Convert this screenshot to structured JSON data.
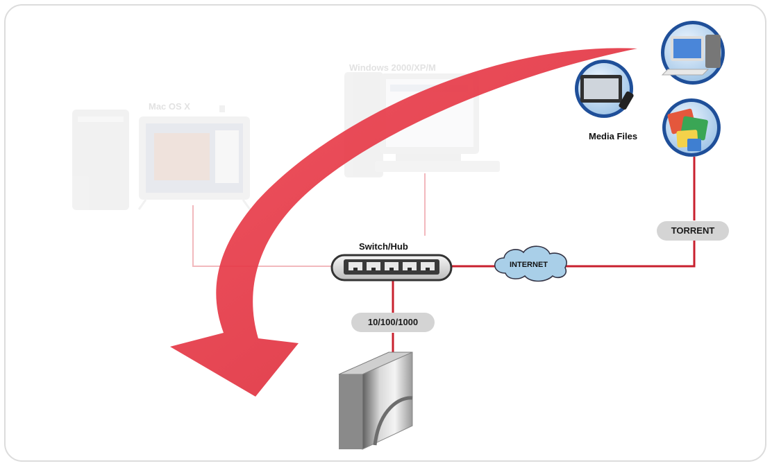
{
  "diagram": {
    "faded_labels": {
      "mac": "Mac OS X",
      "windows": "Windows 2000/XP/M"
    },
    "switch_label": "Switch/Hub",
    "internet_label": "INTERNET",
    "torrent_label": "TORRENT",
    "speed_label": "10/100/1000",
    "media_label": "Media Files"
  },
  "colors": {
    "link_line": "#c8202e",
    "faded_line": "#f2b8bd",
    "arrow": "#e2303f",
    "cloud": "#a9cfe8",
    "pill": "#d4d4d4"
  },
  "icons": [
    "mac-computer-icon",
    "windows-computer-icon",
    "switch-hub-icon",
    "internet-cloud-icon",
    "network-storage-drive-icon",
    "tv-icon",
    "desktop-computer-icon",
    "media-photos-icon",
    "download-arrow-icon"
  ]
}
